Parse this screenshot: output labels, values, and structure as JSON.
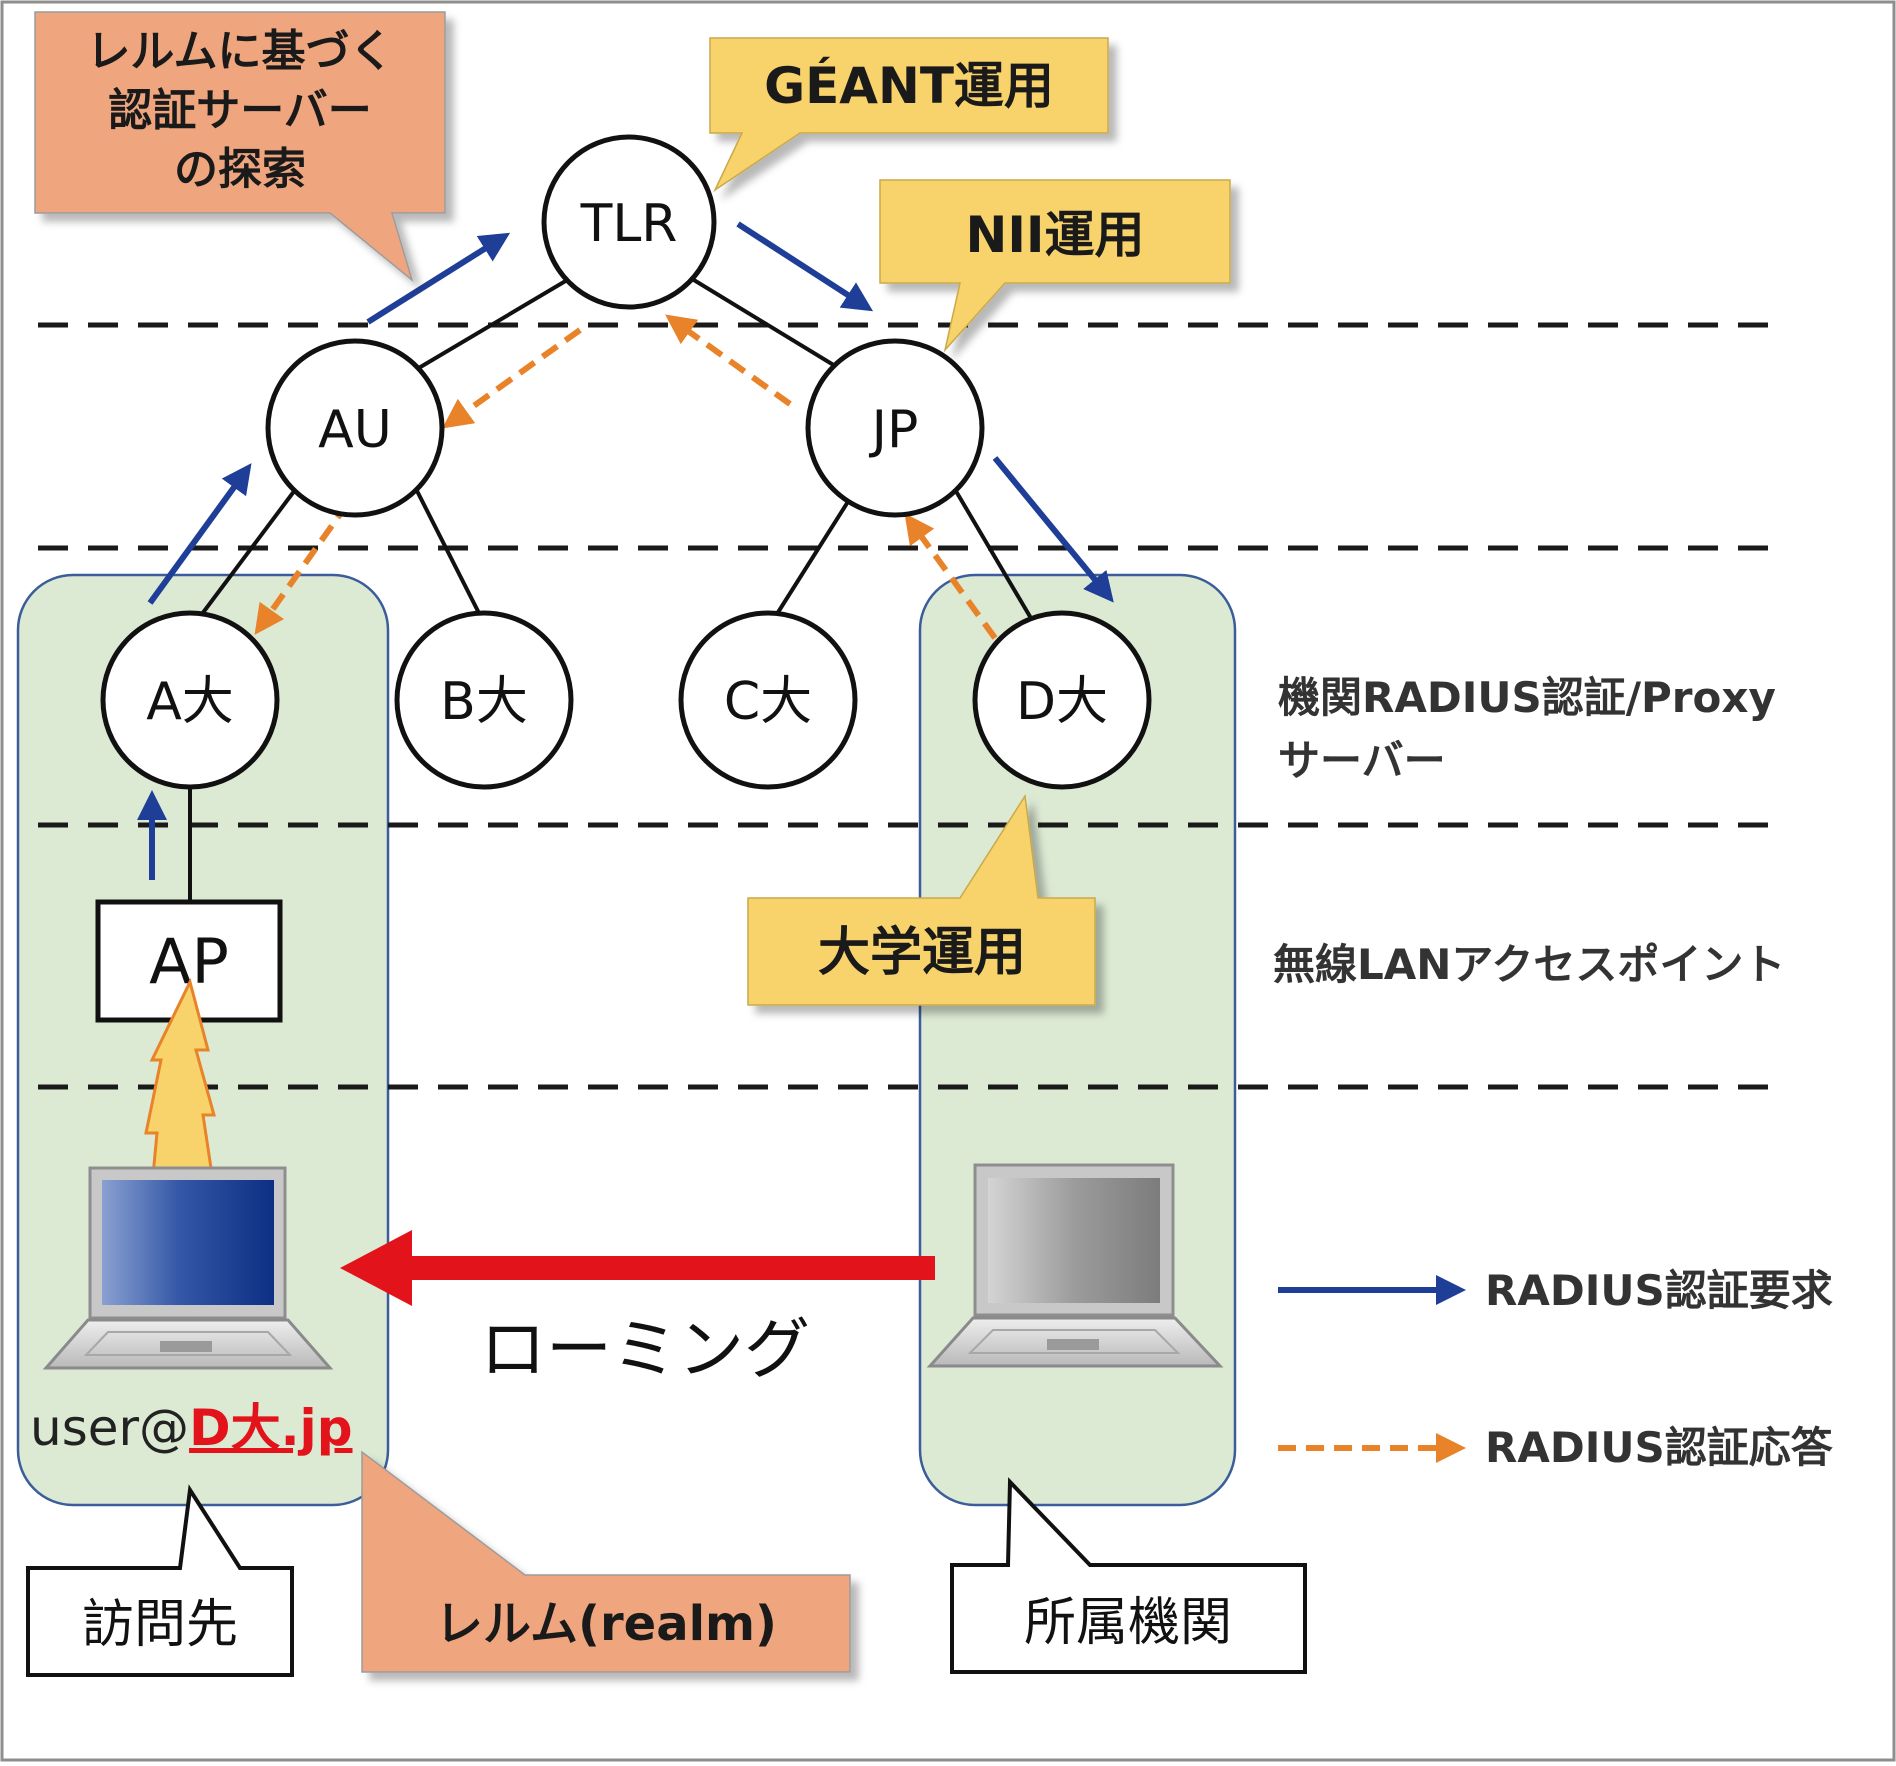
{
  "callouts": {
    "realm_search": [
      "レルムに基づく",
      "認証サーバー",
      "の探索"
    ],
    "geant": "GÉANT運用",
    "nii": "NII運用",
    "univ": "大学運用",
    "visit": "訪問先",
    "realm": "レルム(realm)",
    "home": "所属機関"
  },
  "nodes": {
    "tlr": "TLR",
    "au": "AU",
    "jp": "JP",
    "a": "A大",
    "b": "B大",
    "c": "C大",
    "d": "D大",
    "ap": "AP"
  },
  "layers": {
    "radius_server": [
      "機関RADIUS認証/Proxy",
      "サーバー"
    ],
    "access_point": "無線LANアクセスポイント"
  },
  "roaming": "ローミング",
  "user": {
    "prefix": "user@",
    "realm": "D大.jp"
  },
  "legend": {
    "request": "RADIUS認証要求",
    "response": "RADIUS認証応答"
  },
  "colors": {
    "request": "#1f3e97",
    "response": "#e8832a",
    "roaming_arrow": "#e3131b",
    "callout_orange": "#efa67f",
    "callout_yellow": "#f8d26a",
    "panel": "#dcead4",
    "panel_border": "#3b5d9a"
  }
}
